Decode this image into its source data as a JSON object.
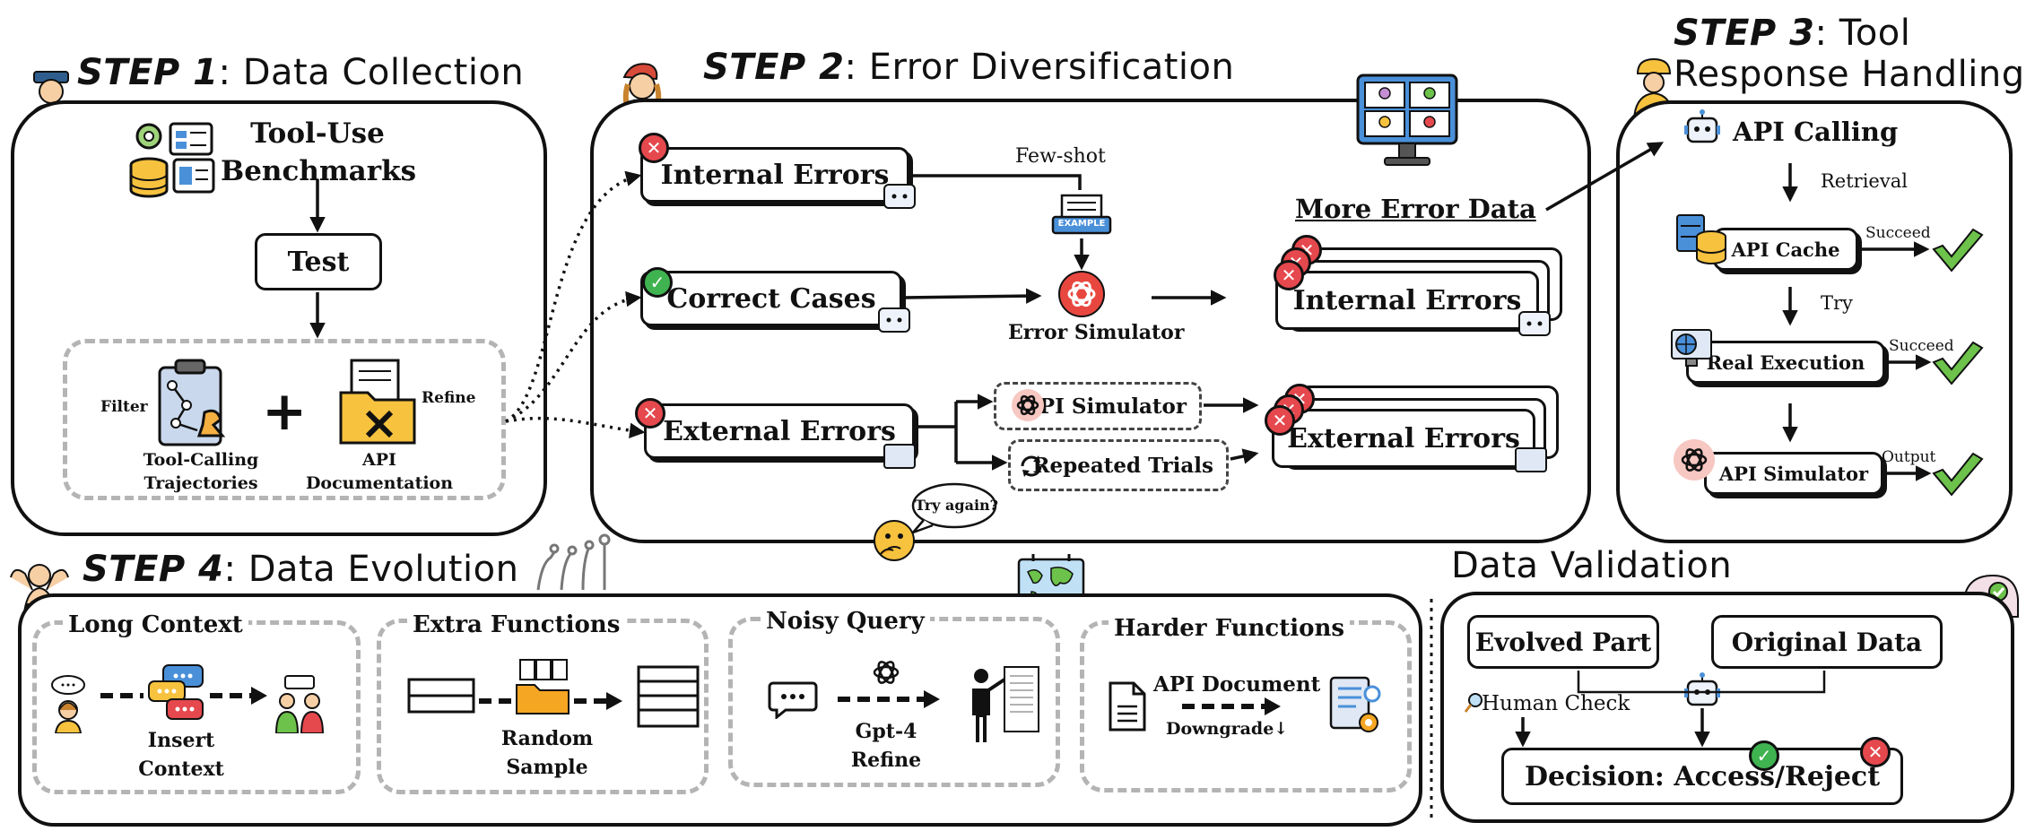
{
  "step1": {
    "title_prefix": "STEP 1",
    "title_rest": ": Data Collection",
    "benchmarks": "Tool-Use\nBenchmarks",
    "test": "Test",
    "filter": "Filter",
    "refine": "Refine",
    "trajectories": "Tool-Calling\nTrajectories",
    "plus": "+",
    "api_doc": "API\nDocumentation"
  },
  "step2": {
    "title_prefix": "STEP 2",
    "title_rest": ": Error Diversification",
    "internal_errors": "Internal Errors",
    "correct_cases": "Correct Cases",
    "external_errors": "External Errors",
    "few_shot": "Few-shot",
    "example": "EXAMPLE",
    "error_simulator": "Error Simulator",
    "more_error_data": "More Error Data",
    "internal_errors_out": "Internal Errors",
    "external_errors_out": "External Errors",
    "api_simulator": "API Simulator",
    "repeated_trials": "Repeated Trials",
    "try_again": "Try again?"
  },
  "step3": {
    "title_prefix": "STEP 3",
    "title_rest": ": Tool",
    "title_line2": "Response Handling",
    "api_calling": "API Calling",
    "retrieval": "Retrieval",
    "api_cache": "API Cache",
    "succeed1": "Succeed",
    "try": "Try",
    "real_execution": "Real Execution",
    "succeed2": "Succeed",
    "api_simulator": "API Simulator",
    "output": "Output"
  },
  "step4": {
    "title_prefix": "STEP 4",
    "title_rest": ": Data Evolution",
    "long_context": "Long Context",
    "insert_context": "Insert\nContext",
    "extra_functions": "Extra Functions",
    "random_sample": "Random\nSample",
    "noisy_query": "Noisy Query",
    "gpt4_refine": "Gpt-4\nRefine",
    "harder_functions": "Harder Functions",
    "api_document": "API Document",
    "downgrade": "Downgrade↓"
  },
  "validation": {
    "title": "Data Validation",
    "evolved_part": "Evolved Part",
    "original_data": "Original Data",
    "human_check": "Human Check",
    "decision": "Decision: Access/Reject"
  },
  "colors": {
    "red_badge": "#e5484d",
    "green_badge": "#3fb34f",
    "check_green": "#6cc24a",
    "openai_red": "#e8473f",
    "dashed_gray": "#b4b4b4"
  }
}
